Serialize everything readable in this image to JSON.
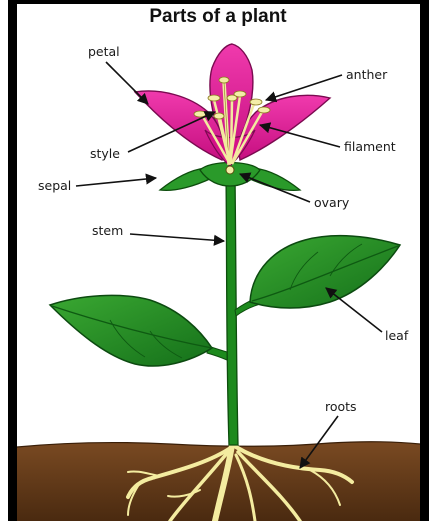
{
  "title": "Parts of a plant",
  "labels": {
    "petal": "petal",
    "anther": "anther",
    "style": "style",
    "filament": "filament",
    "sepal": "sepal",
    "ovary": "ovary",
    "stem": "stem",
    "leaf": "leaf",
    "roots": "roots"
  },
  "colors": {
    "petal": "#e8169a",
    "petal_dark": "#b80c77",
    "leaf": "#1f8a1f",
    "leaf_dark": "#0f5a12",
    "stem": "#1e8c1e",
    "soil": "#6b3f1d",
    "soil_dark": "#4a2a10",
    "root": "#f2e9a0",
    "stamen": "#f4eea8"
  }
}
